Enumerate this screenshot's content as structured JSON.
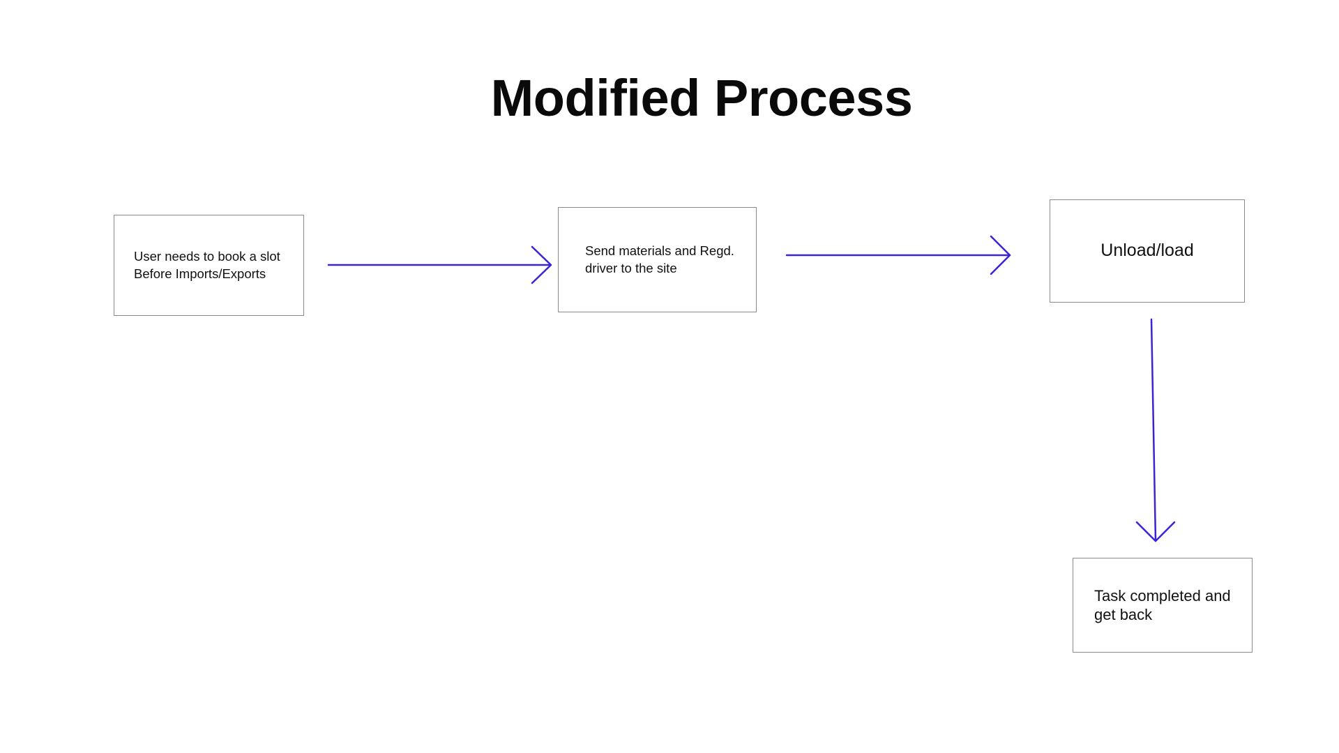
{
  "title": "Modified Process",
  "steps": [
    {
      "label": "User needs to book a slot\nBefore Imports/Exports"
    },
    {
      "label": "Send materials and Regd.\ndriver to the site"
    },
    {
      "label": "Unload/load"
    },
    {
      "label": "Task completed and\nget back"
    }
  ],
  "colors": {
    "arrow": "#3b23d6",
    "box_border": "#8a8a8a",
    "text": "#111111"
  }
}
